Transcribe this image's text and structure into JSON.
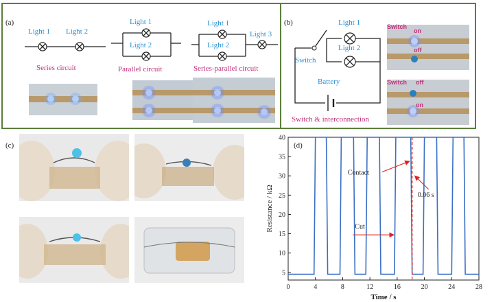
{
  "panel_a": {
    "label": "(a)",
    "series": {
      "light1": "Light 1",
      "light2": "Light 2",
      "caption": "Series circuit"
    },
    "parallel": {
      "light1": "Light 1",
      "light2": "Light 2",
      "caption": "Parallel circuit"
    },
    "series_parallel": {
      "light1": "Light 1",
      "light2": "Light 2",
      "light3": "Light 3",
      "caption": "Series-parallel circuit"
    }
  },
  "panel_b": {
    "label": "(b)",
    "light1": "Light 1",
    "light2": "Light 2",
    "switch": "Switch",
    "battery": "Battery",
    "caption": "Switch & interconnection",
    "photo_top": {
      "switch": "Switch",
      "on": "on",
      "off": "off"
    },
    "photo_bottom": {
      "switch": "Switch",
      "off": "off",
      "on": "on"
    }
  },
  "panel_c": {
    "label": "(c)"
  },
  "panel_d": {
    "label": "(d)"
  },
  "colors": {
    "frame": "#5a7f3a",
    "label_cyan": "#2a8fd0",
    "label_pink": "#c0307a",
    "curve": "#3a6fc4",
    "marker": "#e02020"
  },
  "chart_data": {
    "type": "line",
    "xlabel": "Time / s",
    "ylabel": "Resistance / kΩ",
    "xlim": [
      0,
      28
    ],
    "ylim": [
      3,
      40
    ],
    "xticks": [
      "0",
      "4",
      "8",
      "12",
      "16",
      "20",
      "24",
      "28"
    ],
    "yticks": [
      "5",
      "10",
      "15",
      "20",
      "25",
      "30",
      "35",
      "40"
    ],
    "series": [
      {
        "x": [
          0,
          3.8,
          4.0,
          5.6,
          5.8,
          7.6,
          7.8,
          9.6,
          9.8,
          11.4,
          11.6,
          13.4,
          13.6,
          15.6,
          15.8,
          18.0,
          18.2,
          19.8,
          20.0,
          21.8,
          22.0,
          24.0,
          24.2,
          25.8,
          26.0,
          28.0
        ],
        "y": [
          4.5,
          4.5,
          40,
          40,
          4.5,
          4.5,
          40,
          40,
          4.5,
          4.5,
          40,
          40,
          4.5,
          4.5,
          40,
          40,
          4.5,
          4.5,
          40,
          40,
          4.5,
          4.5,
          40,
          40,
          4.5,
          4.5
        ]
      }
    ],
    "annotations": {
      "contact": "Contact",
      "cut": "Cut",
      "interval": "0.06 s",
      "marker_x": 18.2
    }
  }
}
